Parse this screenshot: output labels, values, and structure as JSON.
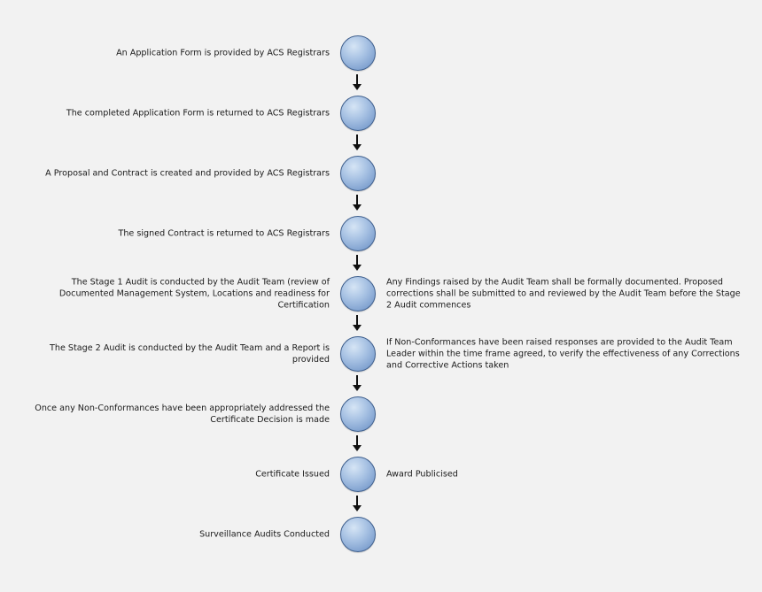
{
  "steps": [
    {
      "left": "An Application Form is provided by ACS Registrars",
      "right": ""
    },
    {
      "left": "The completed Application Form is returned to ACS Registrars",
      "right": ""
    },
    {
      "left": "A Proposal and Contract is created and provided by ACS Registrars",
      "right": ""
    },
    {
      "left": "The signed Contract is returned to ACS Registrars",
      "right": ""
    },
    {
      "left": "The Stage 1 Audit is conducted by the Audit Team (review of Documented Management System, Locations and readiness for Certification",
      "right": "Any Findings raised by the Audit Team shall be formally documented. Proposed corrections shall be submitted to and reviewed by the Audit Team before the Stage 2 Audit commences"
    },
    {
      "left": "The Stage 2 Audit is conducted by the Audit Team and a Report is provided",
      "right": "If Non-Conformances have been raised responses are provided to the Audit Team Leader within the time frame agreed, to verify the effectiveness of any Corrections and Corrective Actions taken"
    },
    {
      "left": "Once any Non-Conformances have been appropriately addressed the Certificate Decision is made",
      "right": ""
    },
    {
      "left": "Certificate Issued",
      "right": "Award Publicised"
    },
    {
      "left": "Surveillance Audits Conducted",
      "right": ""
    }
  ]
}
